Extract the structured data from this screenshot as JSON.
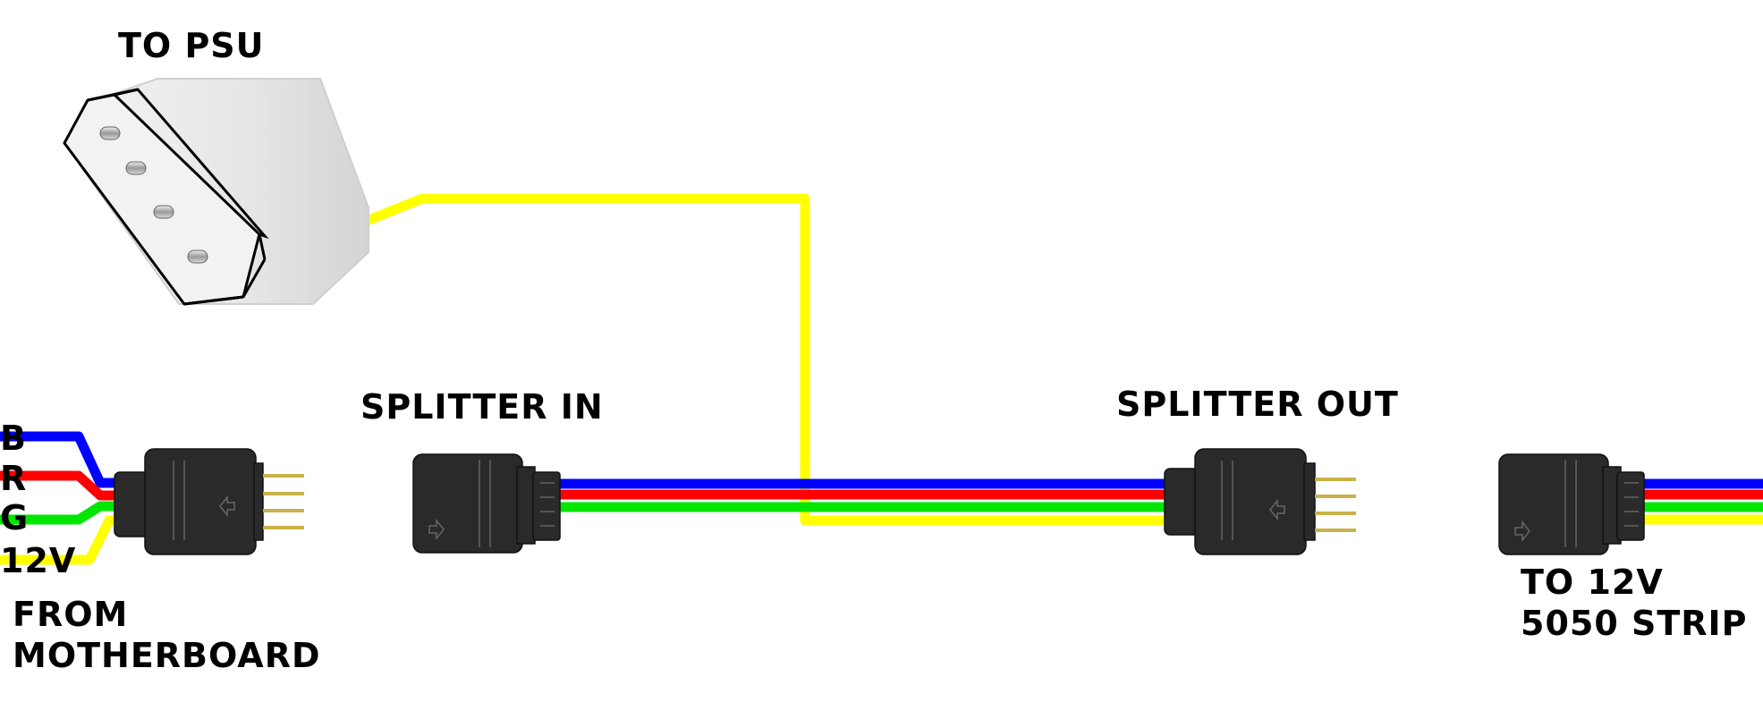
{
  "labels": {
    "to_psu": "TO PSU",
    "splitter_in": "SPLITTER IN",
    "splitter_out": "SPLITTER OUT",
    "from_motherboard_line1": "FROM",
    "from_motherboard_line2": "MOTHERBOARD",
    "to_strip_line1": "TO 12V",
    "to_strip_line2": "5050 STRIP",
    "wire_b": "B",
    "wire_r": "R",
    "wire_g": "G",
    "wire_12v": "12V"
  },
  "colors": {
    "blue": "#0000ff",
    "red": "#ff0000",
    "green": "#00e600",
    "yellow": "#ffff00",
    "connector": "#2a2a2a"
  }
}
